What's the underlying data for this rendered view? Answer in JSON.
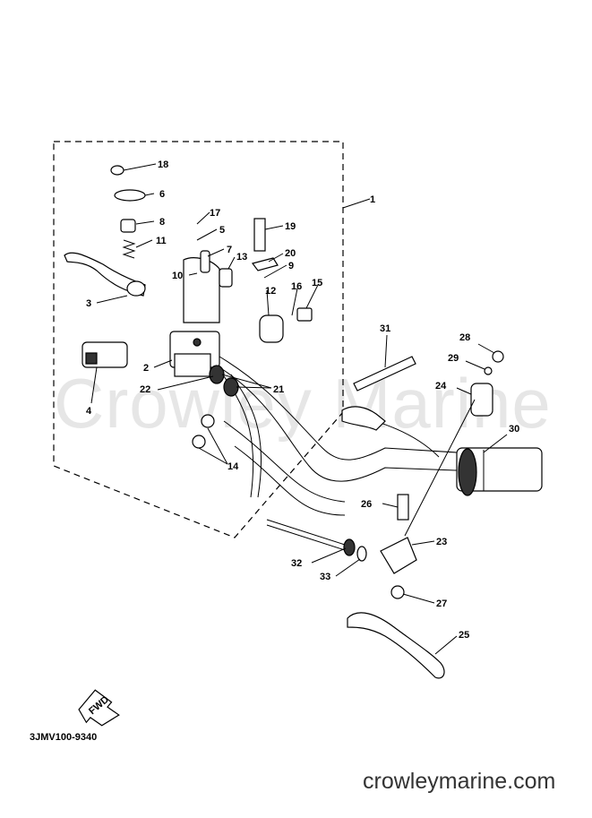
{
  "watermark": "Crowley Marine",
  "diagram_code": "3JMV100-9340",
  "site_text": "crowleymarine.com",
  "fwd_label": "FWD",
  "callouts": [
    "1",
    "2",
    "3",
    "4",
    "5",
    "6",
    "7",
    "8",
    "9",
    "10",
    "11",
    "12",
    "13",
    "14",
    "15",
    "16",
    "17",
    "18",
    "19",
    "20",
    "21",
    "22",
    "23",
    "24",
    "25",
    "26",
    "27",
    "28",
    "29",
    "30",
    "31",
    "32",
    "33"
  ]
}
